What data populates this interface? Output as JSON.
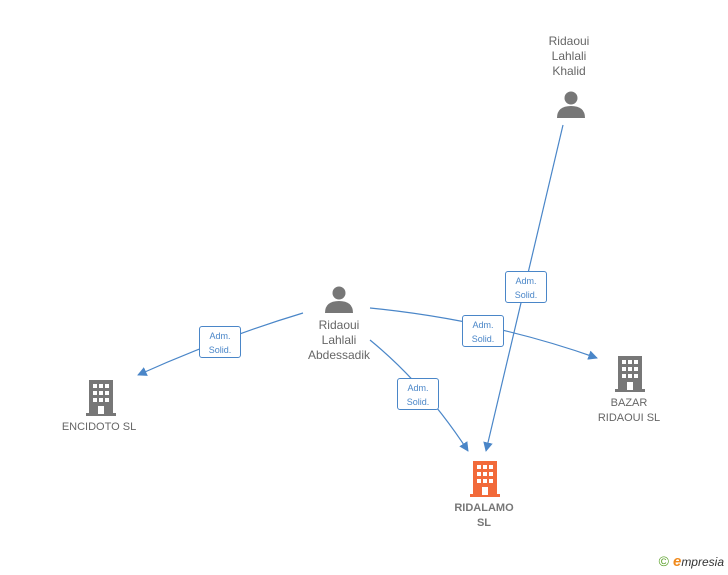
{
  "nodes": {
    "person_khalid": {
      "lines": [
        "Ridaoui",
        "Lahlali",
        "Khalid"
      ]
    },
    "person_abdessadik": {
      "lines": [
        "Ridaoui",
        "Lahlali",
        "Abdessadik"
      ]
    },
    "company_encidoto": {
      "lines": [
        "ENCIDOTO SL"
      ]
    },
    "company_bazar": {
      "lines": [
        "BAZAR",
        "RIDAOUI SL"
      ]
    },
    "company_ridalamo": {
      "lines": [
        "RIDALAMO",
        "SL"
      ]
    }
  },
  "edges": [
    {
      "from": "person_abdessadik",
      "to": "company_encidoto",
      "label": [
        "Adm.",
        "Solid."
      ]
    },
    {
      "from": "person_abdessadik",
      "to": "company_ridalamo",
      "label": [
        "Adm.",
        "Solid."
      ]
    },
    {
      "from": "person_abdessadik",
      "to": "company_bazar",
      "label": [
        "Adm.",
        "Solid."
      ]
    },
    {
      "from": "person_khalid",
      "to": "company_ridalamo",
      "label": [
        "Adm.",
        "Solid."
      ]
    }
  ],
  "colors": {
    "edge": "#4a86c8",
    "node_icon": "#777777",
    "main_company": "#f26a3a"
  },
  "icons": {
    "person": "person-icon",
    "company": "building-icon",
    "main_company": "building-icon"
  },
  "brand": {
    "copyright": "©",
    "initial": "e",
    "name": "mpresia"
  }
}
